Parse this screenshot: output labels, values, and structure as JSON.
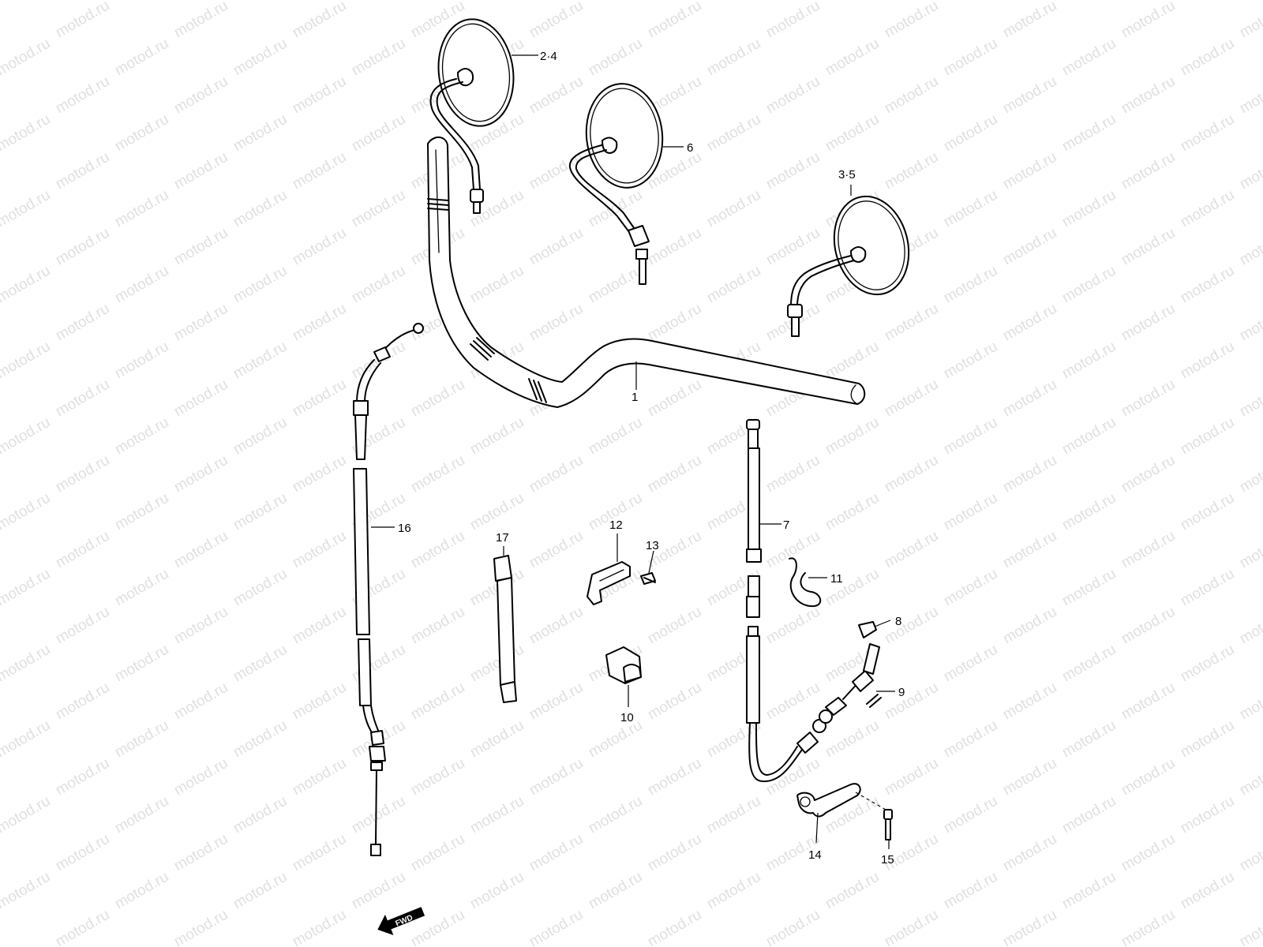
{
  "watermark": "motod.ru",
  "callouts": {
    "c1": "1",
    "c24": "2·4",
    "c35": "3·5",
    "c6": "6",
    "c7": "7",
    "c8": "8",
    "c9": "9",
    "c10": "10",
    "c11": "11",
    "c12": "12",
    "c13": "13",
    "c14": "14",
    "c15": "15",
    "c16": "16",
    "c17": "17"
  },
  "fwd_label": "FWD"
}
